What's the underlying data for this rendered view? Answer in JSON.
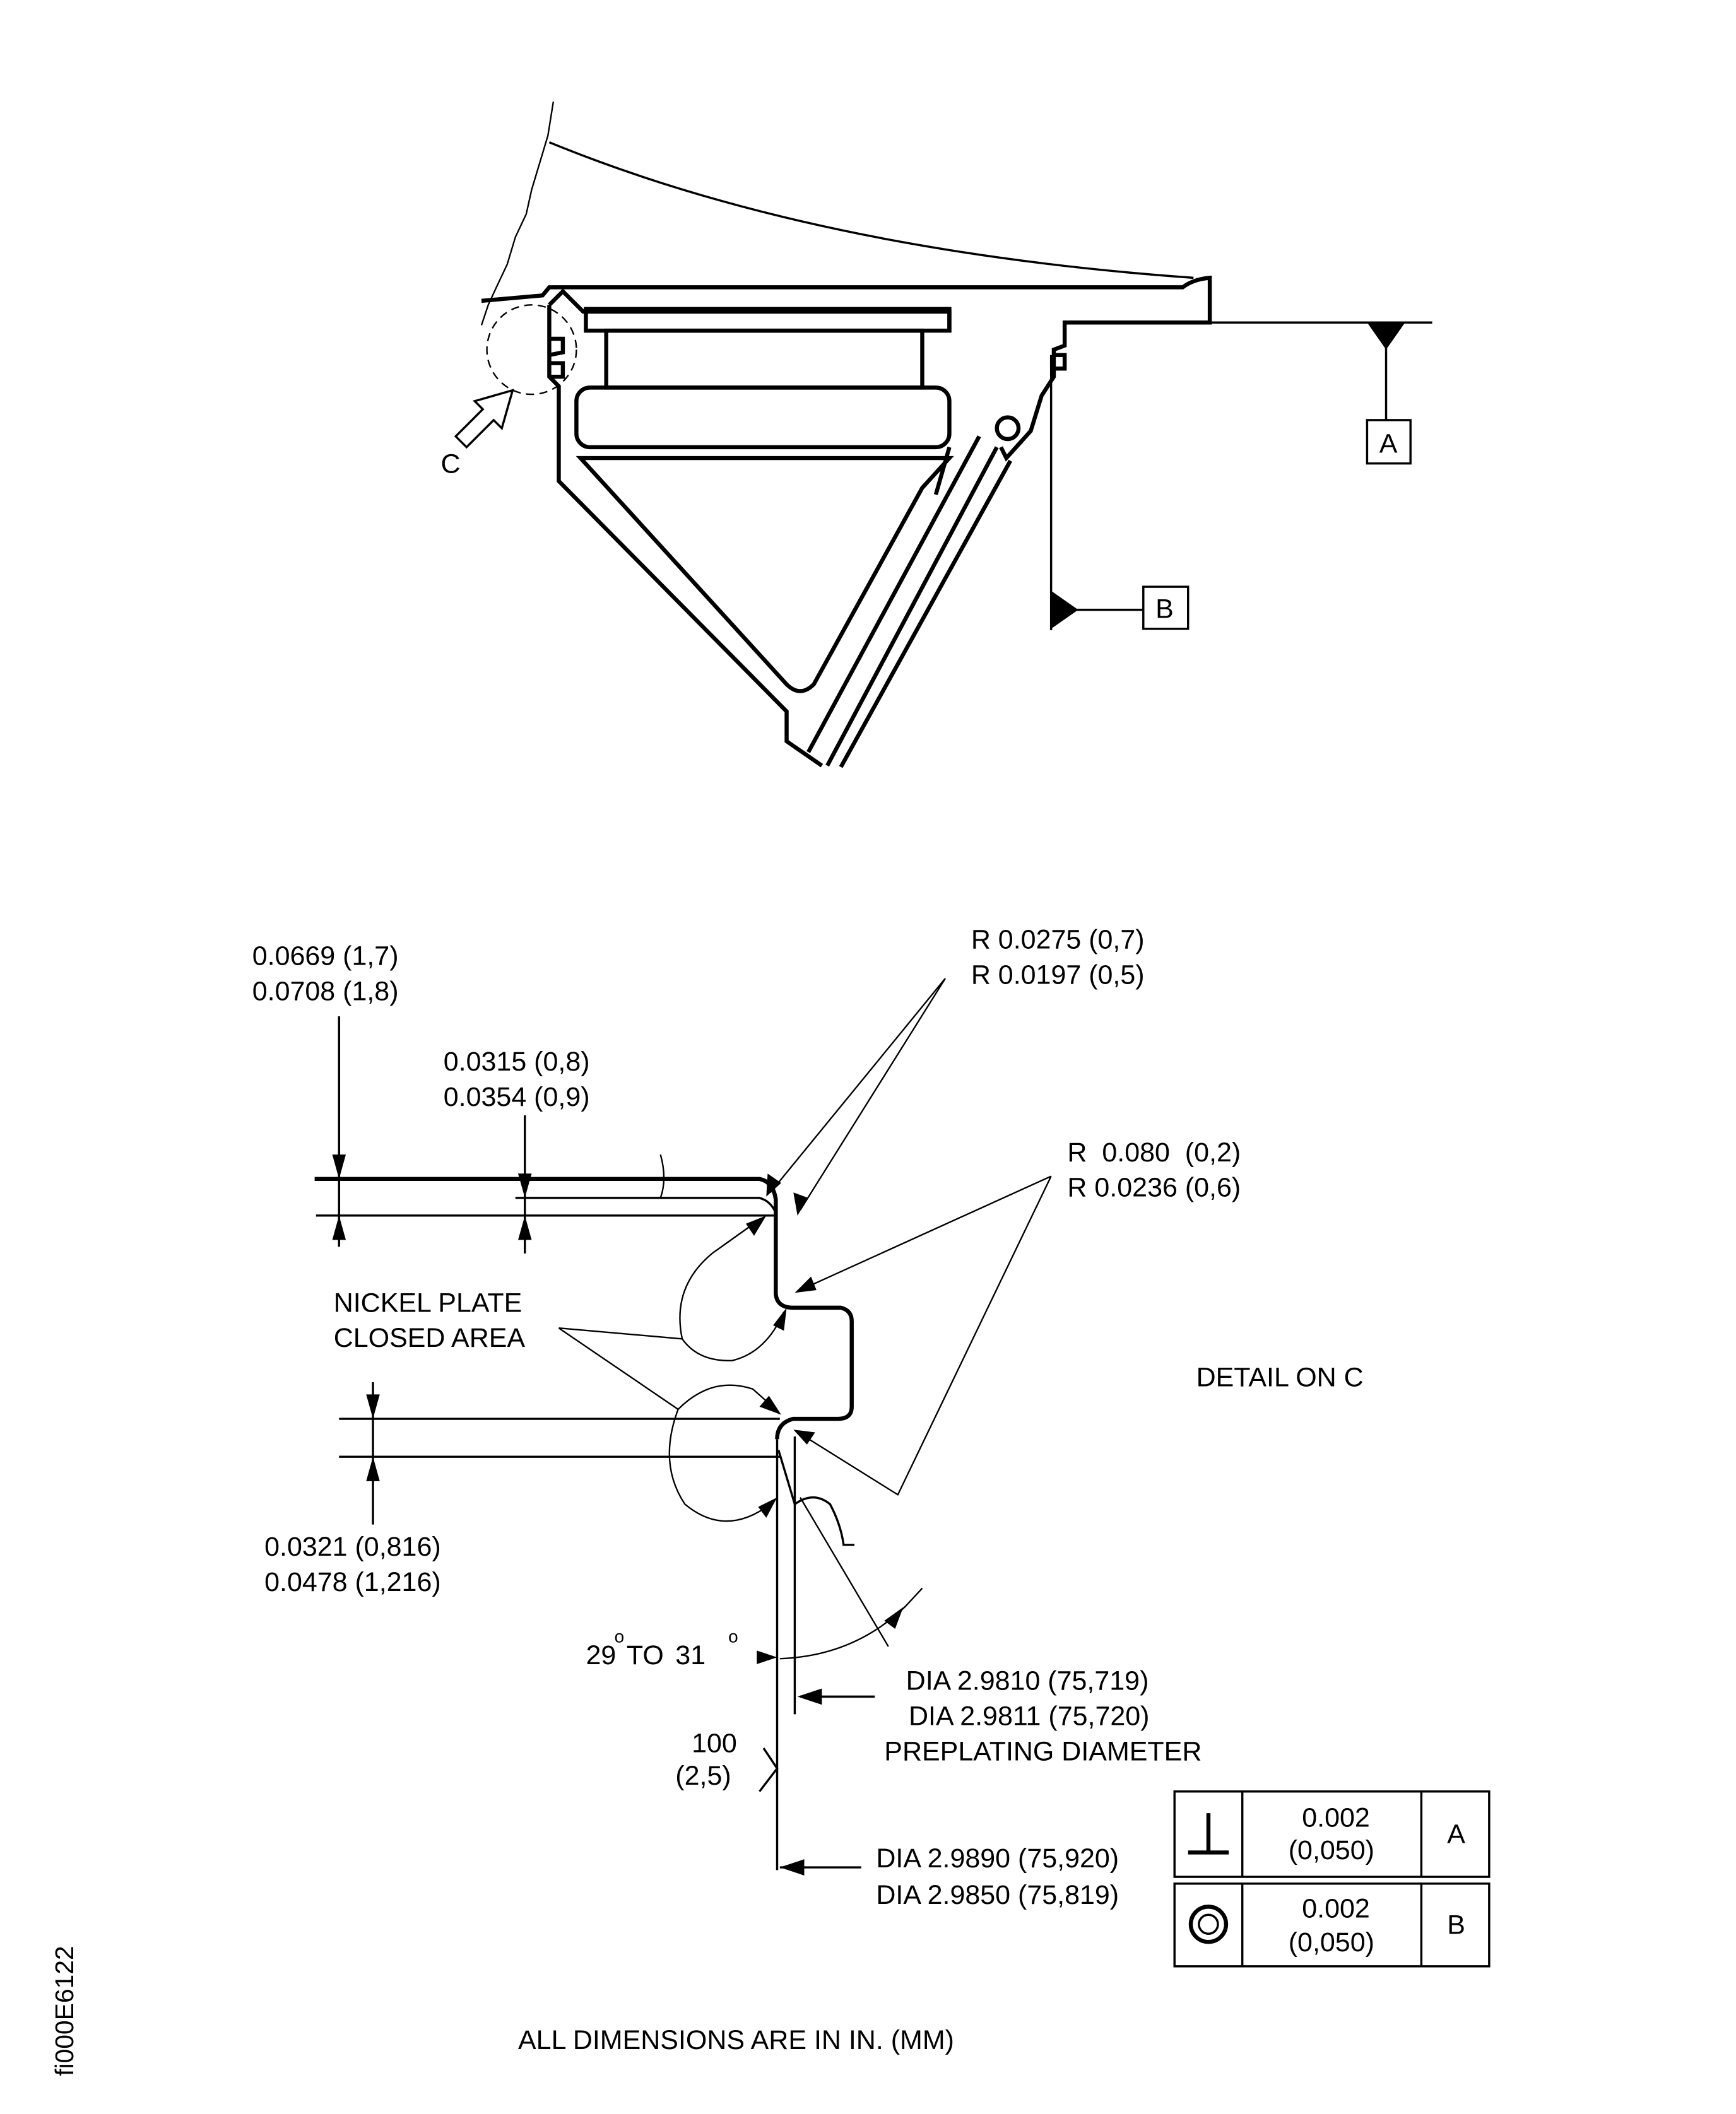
{
  "top_view": {
    "callout_label": "C",
    "datum_a": "A",
    "datum_b": "B"
  },
  "detail": {
    "dim_outer_thickness": [
      "0.0669 (1,7)",
      "0.0708 (1,8)"
    ],
    "dim_inner_thickness": [
      "0.0315 (0,8)",
      "0.0354 (0,9)"
    ],
    "radius_upper": [
      "R 0.0275 (0,7)",
      "R 0.0197 (0,5)"
    ],
    "radius_corner": [
      "R  0.080  (0,2)",
      "R 0.0236 (0,6)"
    ],
    "nickel_note": [
      "NICKEL PLATE",
      "CLOSED AREA"
    ],
    "title": "DETAIL ON C",
    "dim_lower": [
      "0.0321 (0,816)",
      "0.0478 (1,216)"
    ],
    "angle": {
      "from": "29",
      "to_word": "TO",
      "to": "31",
      "degree_mark": "o"
    },
    "preplating": [
      "DIA 2.9810 (75,719)",
      "DIA 2.9811 (75,720)",
      "PREPLATING DIAMETER"
    ],
    "surface_finish": [
      "100",
      "(2,5)"
    ],
    "final_diameter": [
      "DIA 2.9890 (75,920)",
      "DIA 2.9850 (75,819)"
    ]
  },
  "feature_control_frames": [
    {
      "symbol": "perpendicularity-icon",
      "tolerance": [
        "0.002",
        "(0,050)"
      ],
      "datum": "A"
    },
    {
      "symbol": "concentricity-icon",
      "tolerance": [
        "0.002",
        "(0,050)"
      ],
      "datum": "B"
    }
  ],
  "footer_note": "ALL DIMENSIONS ARE IN IN. (MM)",
  "figure_id": "fi000E6122"
}
